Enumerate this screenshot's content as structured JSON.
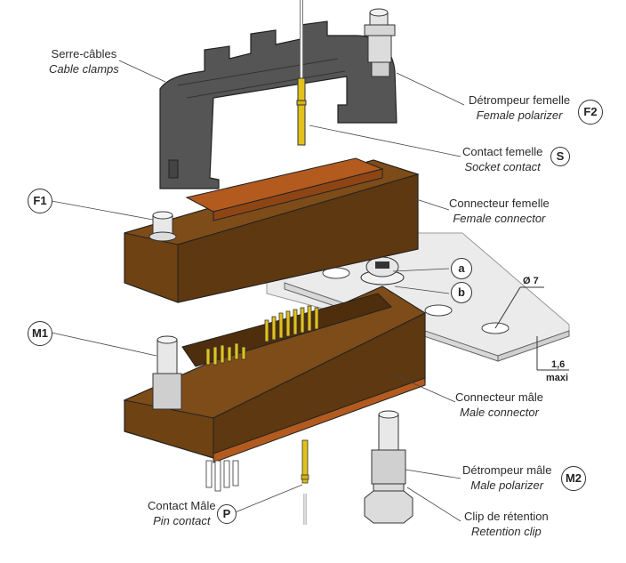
{
  "diagram": {
    "title": "Connector exploded view",
    "colors": {
      "connector_brown": "#6e4212",
      "connector_brown_dark": "#4e2e0c",
      "insert_copper": "#b35a1f",
      "cable_clamp_grey": "#555555",
      "contact_gold": "#e1c21a",
      "polarizer_silver": "#dcdcdc",
      "panel_grey": "#ebebeb"
    },
    "parts": {
      "cable_clamps": {
        "fr": "Serre-câbles",
        "en": "Cable clamps"
      },
      "female_polarizer": {
        "fr": "Détrompeur femelle",
        "en": "Female polarizer",
        "code": "F2"
      },
      "socket_contact": {
        "fr": "Contact femelle",
        "en": "Socket contact",
        "code": "S"
      },
      "female_connector": {
        "fr": "Connecteur femelle",
        "en": "Female connector"
      },
      "f1": {
        "code": "F1"
      },
      "m1": {
        "code": "M1"
      },
      "a": {
        "code": "a"
      },
      "b": {
        "code": "b"
      },
      "male_connector": {
        "fr": "Connecteur mâle",
        "en": "Male connector"
      },
      "male_polarizer": {
        "fr": "Détrompeur mâle",
        "en": "Male polarizer",
        "code": "M2"
      },
      "retention_clip": {
        "fr": "Clip de rétention",
        "en": "Retention clip"
      },
      "pin_contact": {
        "fr": "Contact Mâle",
        "en": "Pin contact",
        "code": "P"
      }
    },
    "dimensions": {
      "hole_diameter": "Ø 7",
      "panel_thickness": "1,6",
      "panel_thickness_note": "maxi"
    }
  }
}
